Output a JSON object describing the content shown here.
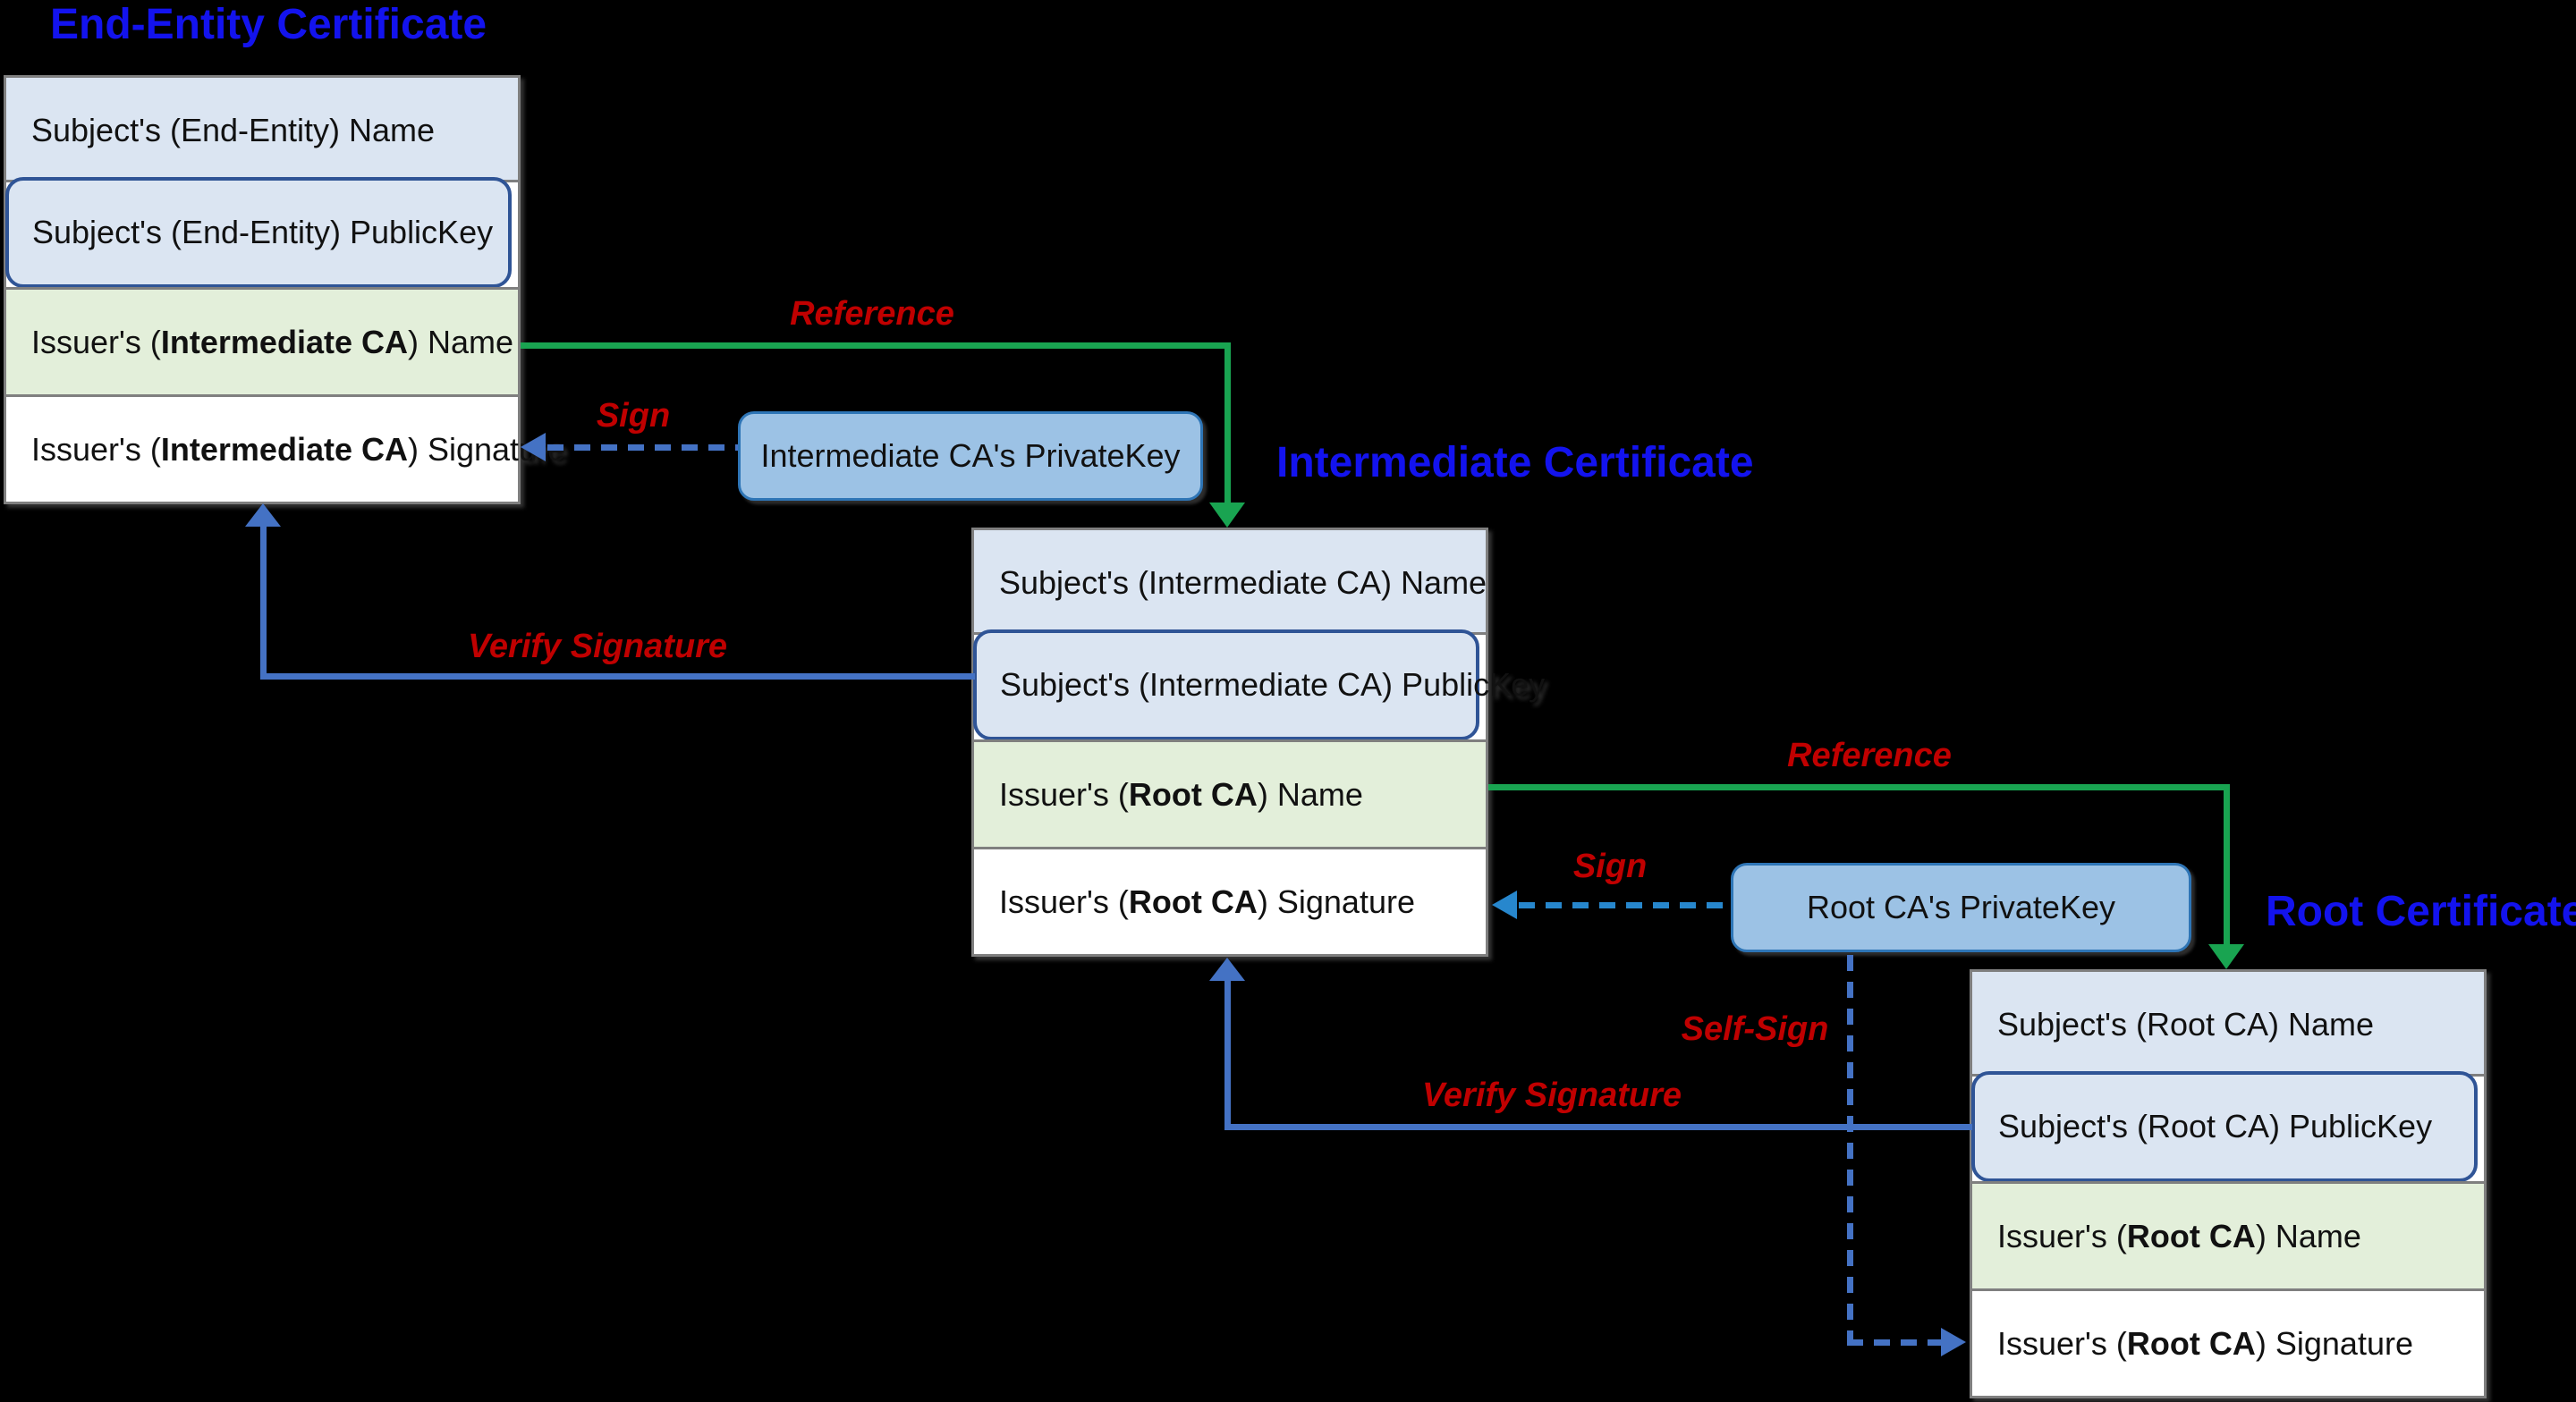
{
  "titles": {
    "ee": "End-Entity Certificate",
    "int": "Intermediate Certificate",
    "root": "Root Certificate"
  },
  "certs": {
    "ee": {
      "rows": [
        {
          "pre": "Subject's (End-Entity) Name",
          "bold": "",
          "post": ""
        },
        {
          "pre": "Subject's (End-Entity) PublicKey",
          "bold": "",
          "post": ""
        },
        {
          "pre": "Issuer's (",
          "bold": "Intermediate CA",
          "post": ") Name"
        },
        {
          "pre": "Issuer's (",
          "bold": "Intermediate CA",
          "post": ") Signature"
        }
      ]
    },
    "int": {
      "rows": [
        {
          "pre": "Subject's (Intermediate CA) Name",
          "bold": "",
          "post": ""
        },
        {
          "pre": "Subject's (Intermediate CA) PublicKey",
          "bold": "",
          "post": ""
        },
        {
          "pre": "Issuer's (",
          "bold": "Root CA",
          "post": ") Name"
        },
        {
          "pre": "Issuer's (",
          "bold": "Root CA",
          "post": ") Signature"
        }
      ]
    },
    "root": {
      "rows": [
        {
          "pre": "Subject's (Root CA) Name",
          "bold": "",
          "post": ""
        },
        {
          "pre": "Subject's (Root CA) PublicKey",
          "bold": "",
          "post": ""
        },
        {
          "pre": "Issuer's (",
          "bold": "Root CA",
          "post": ") Name"
        },
        {
          "pre": "Issuer's (",
          "bold": "Root CA",
          "post": ") Signature"
        }
      ]
    }
  },
  "keys": {
    "int": "Intermediate CA's PrivateKey",
    "root": "Root CA's PrivateKey"
  },
  "labels": {
    "reference1": "Reference",
    "sign1": "Sign",
    "verify1": "Verify Signature",
    "reference2": "Reference",
    "sign2": "Sign",
    "verify2": "Verify Signature",
    "selfSign": "Self-Sign"
  },
  "colors": {
    "background": "#000000",
    "titleBlue": "#1313ee",
    "rowBlueFill": "#dbe5f2",
    "rowGreenFill": "#e3efda",
    "rowWhiteFill": "#ffffff",
    "rowBorderGray": "#7f7f7f",
    "publicKeyBorder": "#2f5496",
    "privateKeyFill": "#9cc2e5",
    "privateKeyBorder": "#2e75b6",
    "referenceGreen": "#19a451",
    "arrowRoyalBlue": "#4472c4",
    "signCyanBlue": "#2787cd",
    "labelRed": "#c00000"
  }
}
